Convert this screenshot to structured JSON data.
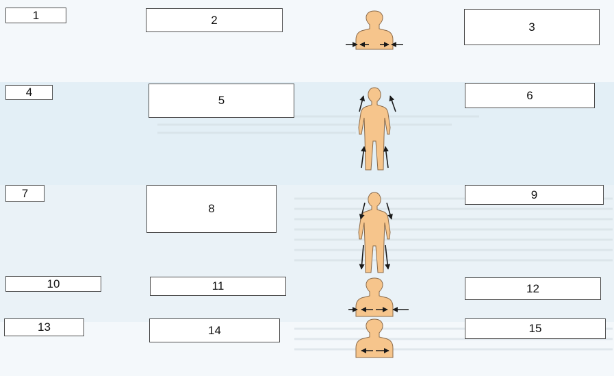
{
  "labels": [
    "1",
    "2",
    "3",
    "4",
    "5",
    "6",
    "7",
    "8",
    "9",
    "10",
    "11",
    "12",
    "13",
    "14",
    "15"
  ],
  "colors": {
    "skin": "#f6c58c",
    "outline": "#8a6a4a",
    "arrow": "#1a1a1a",
    "box_border": "#4a4a4a"
  },
  "figures": [
    {
      "id": "bust-horizontal-top",
      "icon": "upper-body-horizontal-arrows"
    },
    {
      "id": "full-body-upward",
      "icon": "full-body-up-arrows"
    },
    {
      "id": "full-body-downward",
      "icon": "full-body-down-arrows"
    },
    {
      "id": "bust-horizontal-inward",
      "icon": "upper-body-inward-arrows"
    },
    {
      "id": "bust-horizontal-bottom",
      "icon": "upper-body-outward-arrows"
    }
  ]
}
